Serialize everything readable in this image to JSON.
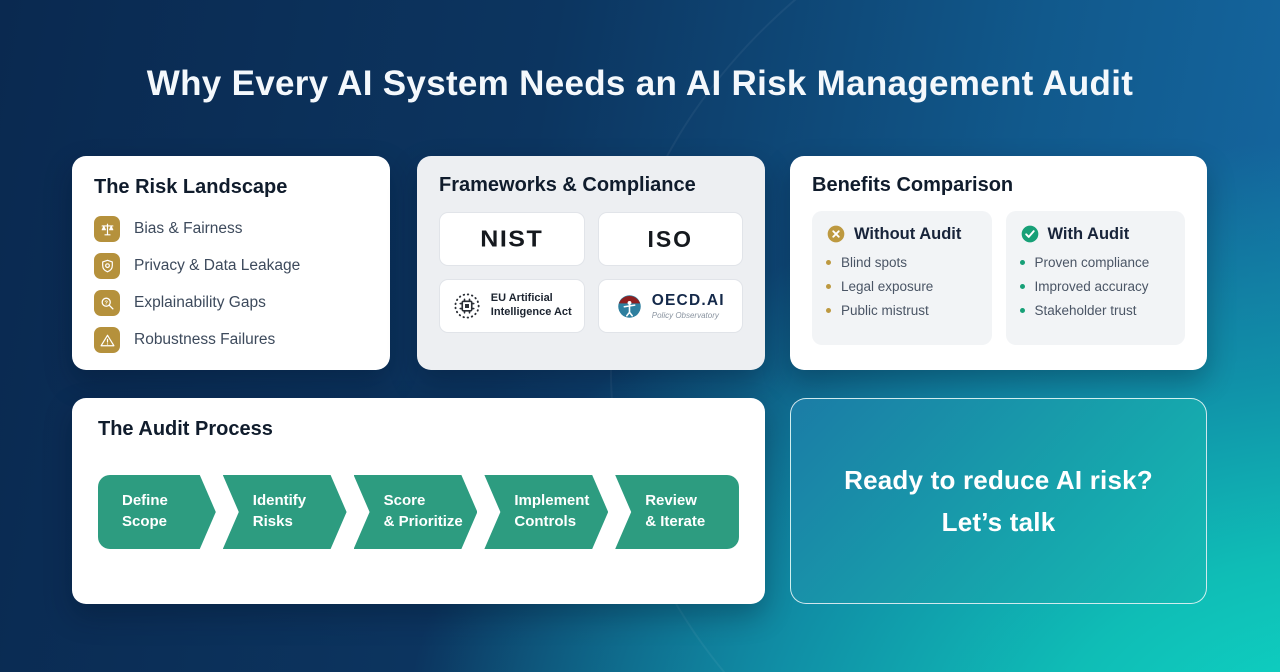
{
  "page": {
    "title": "Why Every AI System Needs an AI Risk Management Audit"
  },
  "colors": {
    "background_navy": "#0a2950",
    "background_teal": "#10c5b8",
    "gold_accent": "#b5913c",
    "green_accent": "#17a077",
    "process_teal": "#2d9c80"
  },
  "risk": {
    "title": "The Risk Landscape",
    "items": [
      {
        "icon": "scales-icon",
        "label": "Bias & Fairness"
      },
      {
        "icon": "shield-icon",
        "label": "Privacy & Data Leakage"
      },
      {
        "icon": "magnifier-question-icon",
        "label": "Explainability Gaps"
      },
      {
        "icon": "warning-triangle-icon",
        "label": "Robustness Failures"
      }
    ]
  },
  "frameworks": {
    "title": "Frameworks & Compliance",
    "logos": [
      {
        "name": "nist-logo",
        "text": "NIST"
      },
      {
        "name": "iso-logo",
        "text": "ISO"
      },
      {
        "name": "eu-ai-act-logo",
        "line1": "EU Artificial",
        "line2": "Intelligence Act"
      },
      {
        "name": "oecd-ai-logo",
        "text": "OECD.AI",
        "subtitle": "Policy Observatory"
      }
    ]
  },
  "benefits": {
    "title": "Benefits Comparison",
    "without": {
      "title": "Without Audit",
      "items": [
        "Blind spots",
        "Legal exposure",
        "Public mistrust"
      ]
    },
    "with": {
      "title": "With Audit",
      "items": [
        "Proven compliance",
        "Improved accuracy",
        "Stakeholder trust"
      ]
    }
  },
  "process": {
    "title": "The Audit Process",
    "steps": [
      [
        "Define",
        "Scope"
      ],
      [
        "Identify",
        "Risks"
      ],
      [
        "Score",
        "& Prioritize"
      ],
      [
        "Implement",
        "Controls"
      ],
      [
        "Review",
        "& Iterate"
      ]
    ]
  },
  "cta": {
    "line1": "Ready to reduce AI risk?",
    "line2": "Let’s talk"
  }
}
